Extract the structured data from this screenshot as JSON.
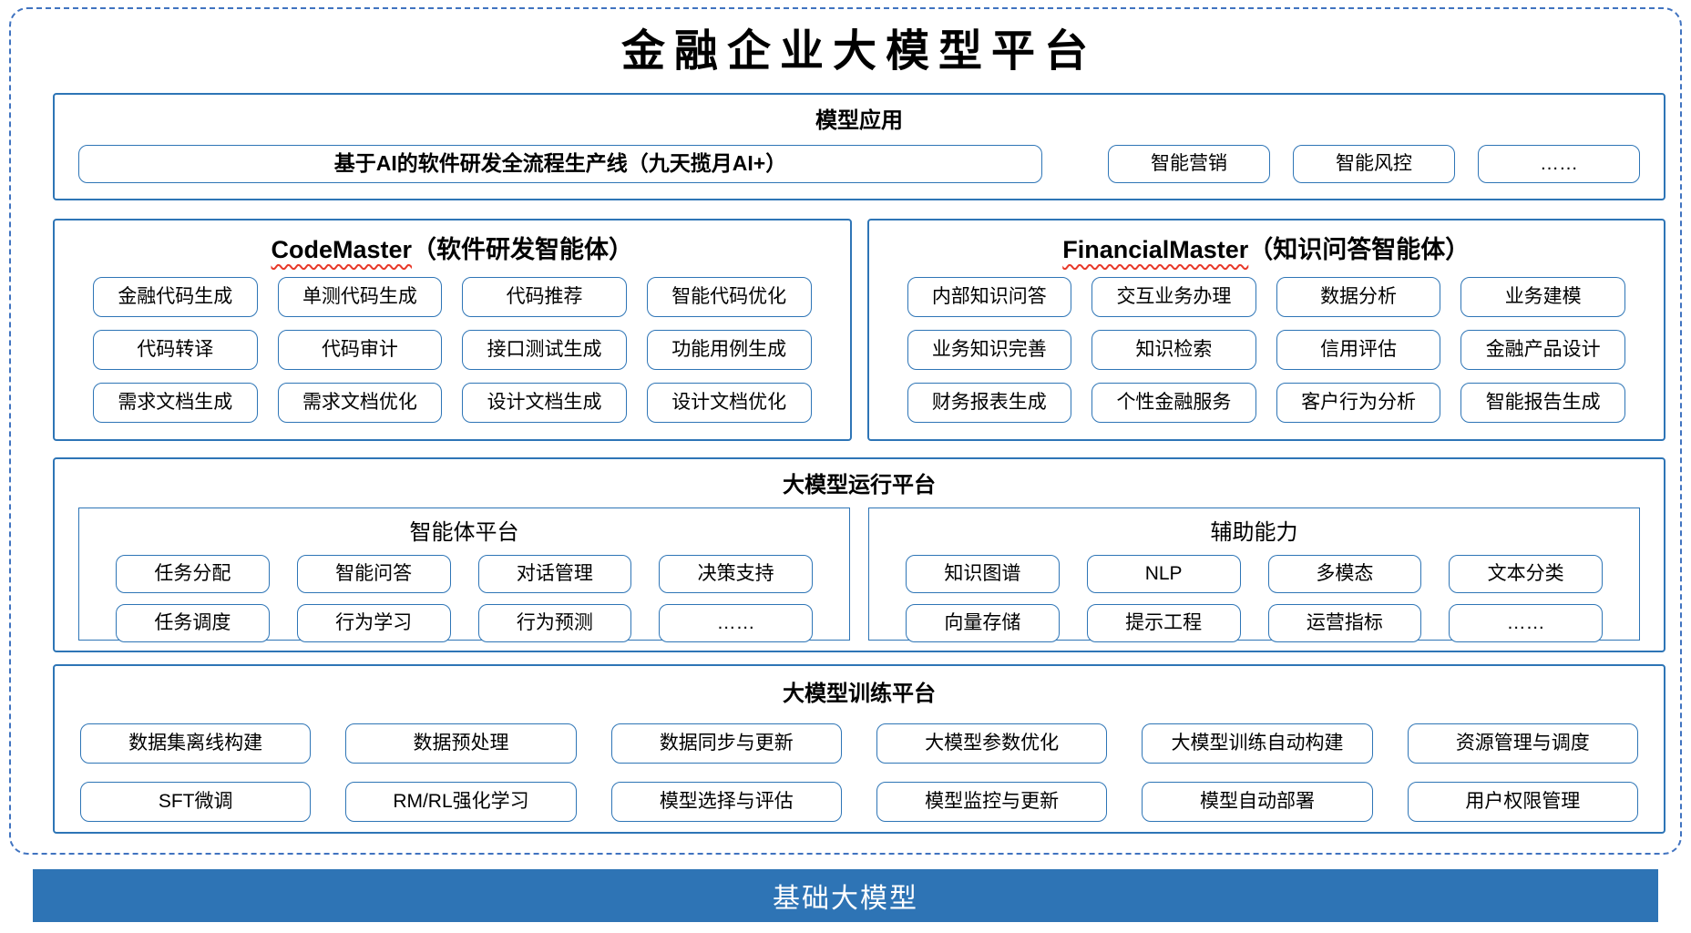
{
  "title": "金融企业大模型平台",
  "colors": {
    "panel_border_blue": "#2e75b6",
    "outer_dashed_blue": "#4073c0",
    "base_bar_blue": "#2e74b5",
    "spellcheck_wavy_red": "#e8392a"
  },
  "sections": {
    "apps": {
      "title": "模型应用",
      "main_button": "基于AI的软件研发全流程生产线（九天揽月AI+）",
      "buttons": [
        "智能营销",
        "智能风控",
        "……"
      ]
    },
    "codemaster": {
      "title_en": "CodeMaster",
      "title_zh": "（软件研发智能体）",
      "buttons": [
        "金融代码生成",
        "单测代码生成",
        "代码推荐",
        "智能代码优化",
        "代码转译",
        "代码审计",
        "接口测试生成",
        "功能用例生成",
        "需求文档生成",
        "需求文档优化",
        "设计文档生成",
        "设计文档优化"
      ]
    },
    "financialmaster": {
      "title_en": "FinancialMaster",
      "title_zh": "（知识问答智能体）",
      "buttons": [
        "内部知识问答",
        "交互业务办理",
        "数据分析",
        "业务建模",
        "业务知识完善",
        "知识检索",
        "信用评估",
        "金融产品设计",
        "财务报表生成",
        "个性金融服务",
        "客户行为分析",
        "智能报告生成"
      ]
    },
    "runtime": {
      "title": "大模型运行平台",
      "agent_platform": {
        "title": "智能体平台",
        "buttons": [
          "任务分配",
          "智能问答",
          "对话管理",
          "决策支持",
          "任务调度",
          "行为学习",
          "行为预测",
          "……"
        ]
      },
      "auxiliary": {
        "title": "辅助能力",
        "buttons": [
          "知识图谱",
          "NLP",
          "多模态",
          "文本分类",
          "向量存储",
          "提示工程",
          "运营指标",
          "……"
        ]
      }
    },
    "training": {
      "title": "大模型训练平台",
      "buttons": [
        "数据集离线构建",
        "数据预处理",
        "数据同步与更新",
        "大模型参数优化",
        "大模型训练自动构建",
        "资源管理与调度",
        "SFT微调",
        "RM/RL强化学习",
        "模型选择与评估",
        "模型监控与更新",
        "模型自动部署",
        "用户权限管理"
      ]
    }
  },
  "bottom_bar": {
    "label": "基础大模型"
  }
}
